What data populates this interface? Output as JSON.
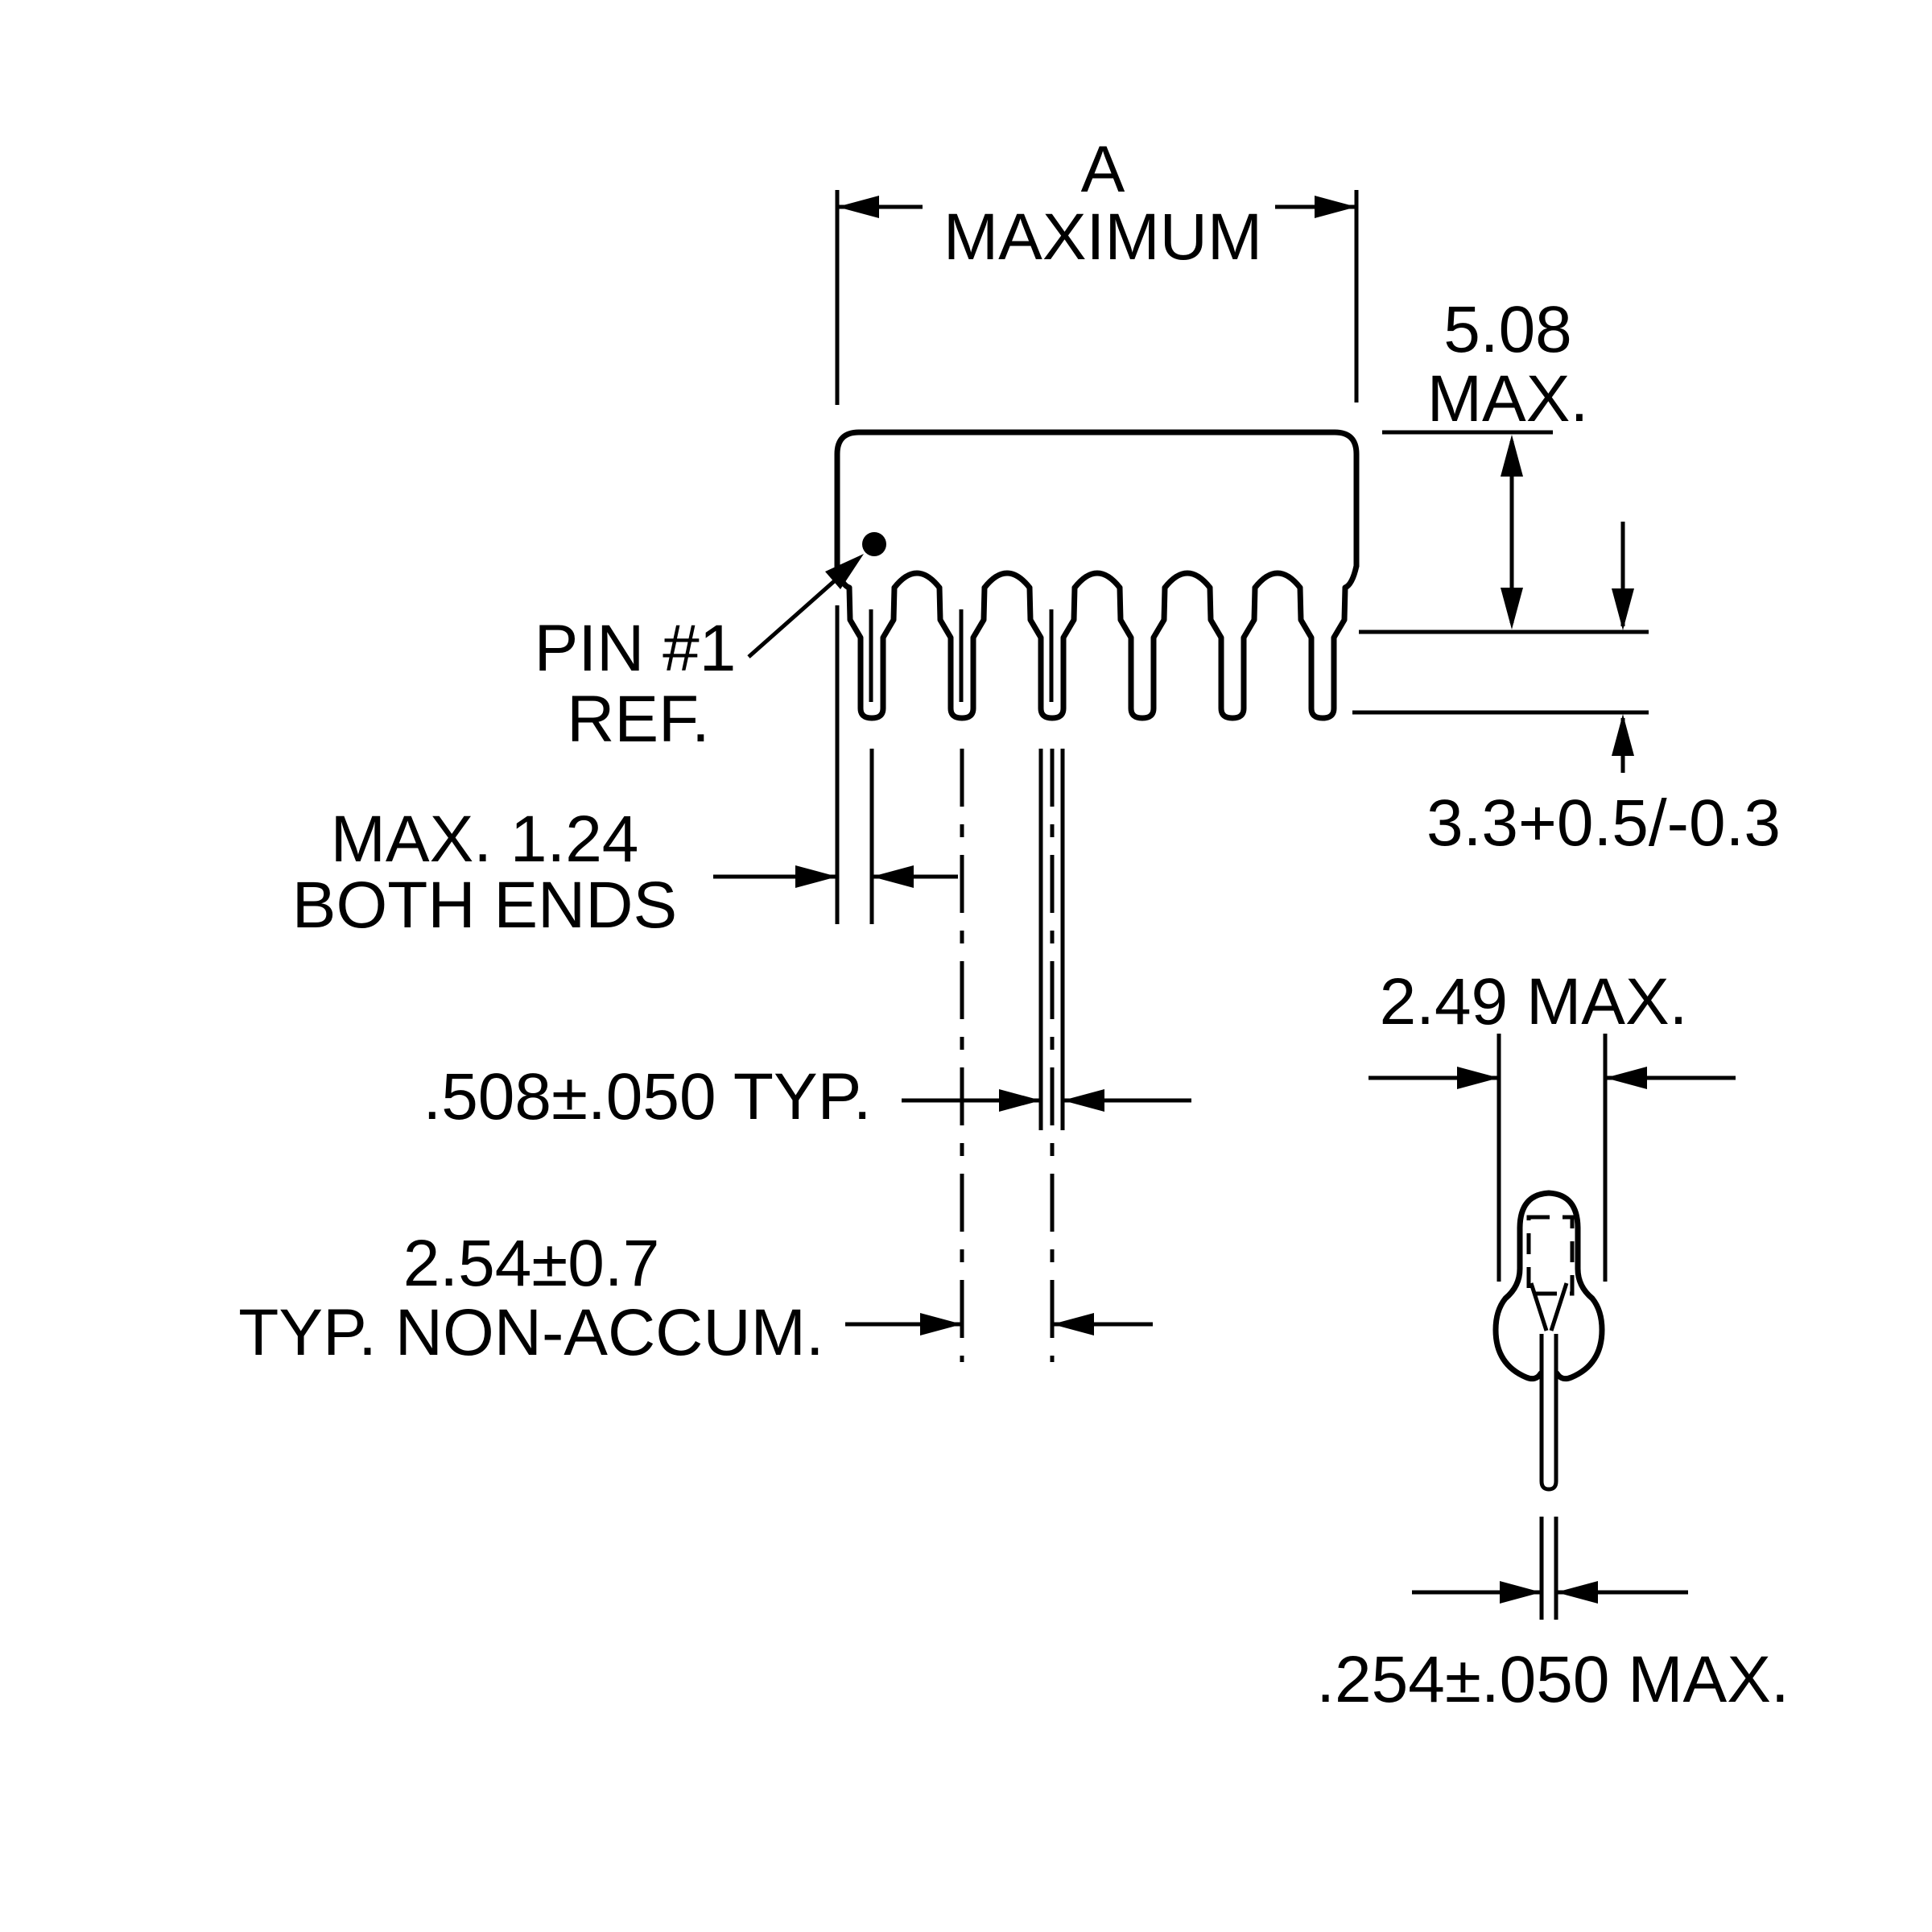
{
  "drawing": {
    "type": "technical-dimension-diagram",
    "subject": "SIP package outline drawing, 6 pins, front view and side pin view",
    "background_color": "#ffffff",
    "line_color": "#000000",
    "pin_count": 6,
    "labels": {
      "dim_a_line1": "A",
      "dim_a_line2": "MAXIMUM",
      "body_height_line1": "5.08",
      "body_height_line2": "MAX.",
      "pin1_ref_line1": "PIN #1",
      "pin1_ref_line2": "REF.",
      "end_margin_line1": "MAX. 1.24",
      "end_margin_line2": "BOTH ENDS",
      "standoff": "3.3+0.5/-0.3",
      "lead_width": ".508±.050 TYP.",
      "side_view_width": "2.49 MAX.",
      "pitch_line1": "2.54±0.7",
      "pitch_line2": "TYP. NON-ACCUM.",
      "lead_thickness": ".254±.050 MAX."
    }
  }
}
